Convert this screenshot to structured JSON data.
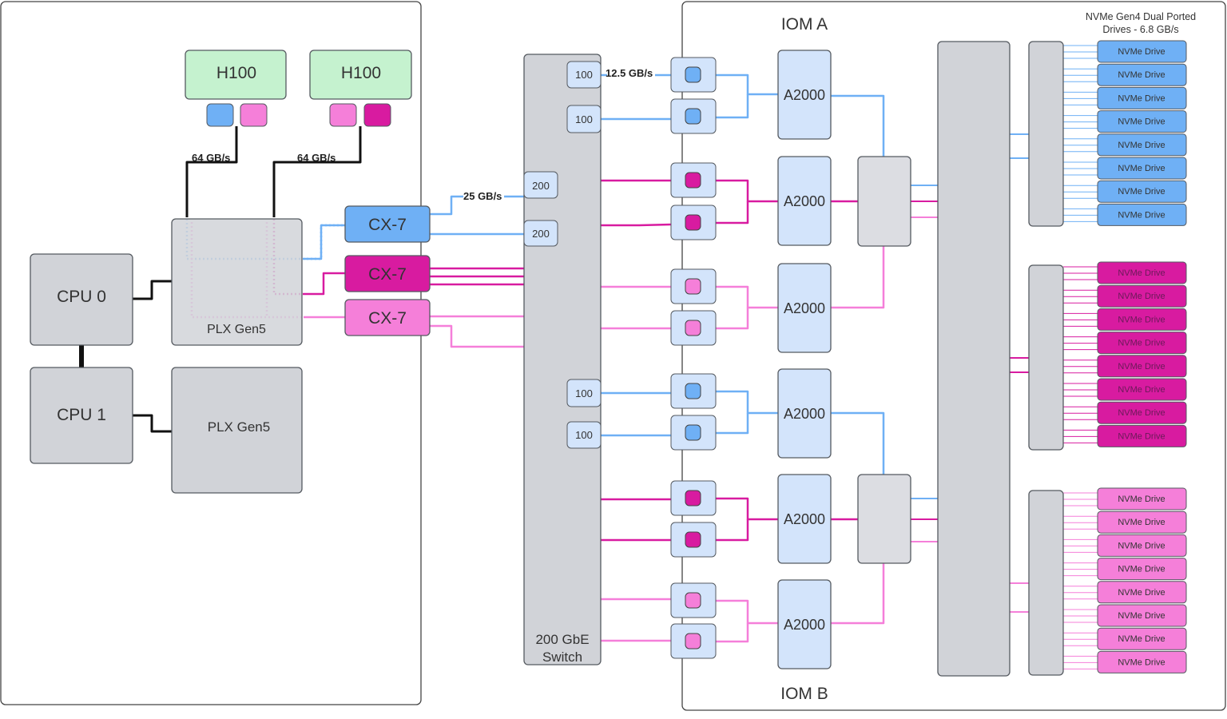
{
  "colors": {
    "gray_fill": "#d1d3d8",
    "gray_stroke": "#555a60",
    "light_blue_fill": "#d3e4fb",
    "blue": "#6fb0f5",
    "blue_dark": "#4a90e2",
    "magenta": "#d81ba0",
    "pink": "#f57fd9",
    "green_fill": "#c5f2cf",
    "black": "#111111"
  },
  "host": {
    "cpu0": "CPU 0",
    "cpu1": "CPU 1",
    "plx_top": "PLX Gen5",
    "plx_bottom": "PLX Gen5",
    "gpu_left": "H100",
    "gpu_right": "H100",
    "gpu_link_left": "64 GB/s",
    "gpu_link_right": "64 GB/s",
    "nic_top": "CX-7",
    "nic_mid": "CX-7",
    "nic_bot": "CX-7"
  },
  "switch": {
    "label_line1": "200 GbE",
    "label_line2": "Switch",
    "port_200_a": "200",
    "port_200_b": "200",
    "port_100_a": "100",
    "port_100_b": "100",
    "port_100_c": "100",
    "port_100_d": "100",
    "link_25": "25 GB/s",
    "link_12": "12.5 GB/s"
  },
  "storage": {
    "iom_a": "IOM A",
    "iom_b": "IOM B",
    "drives_header_line1": "NVMe Gen4 Dual Ported",
    "drives_header_line2": "Drives - 6.8 GB/s",
    "controller_label": "A2000",
    "drive_label": "NVMe Drive",
    "controllers": [
      "A2000",
      "A2000",
      "A2000",
      "A2000",
      "A2000",
      "A2000"
    ]
  }
}
